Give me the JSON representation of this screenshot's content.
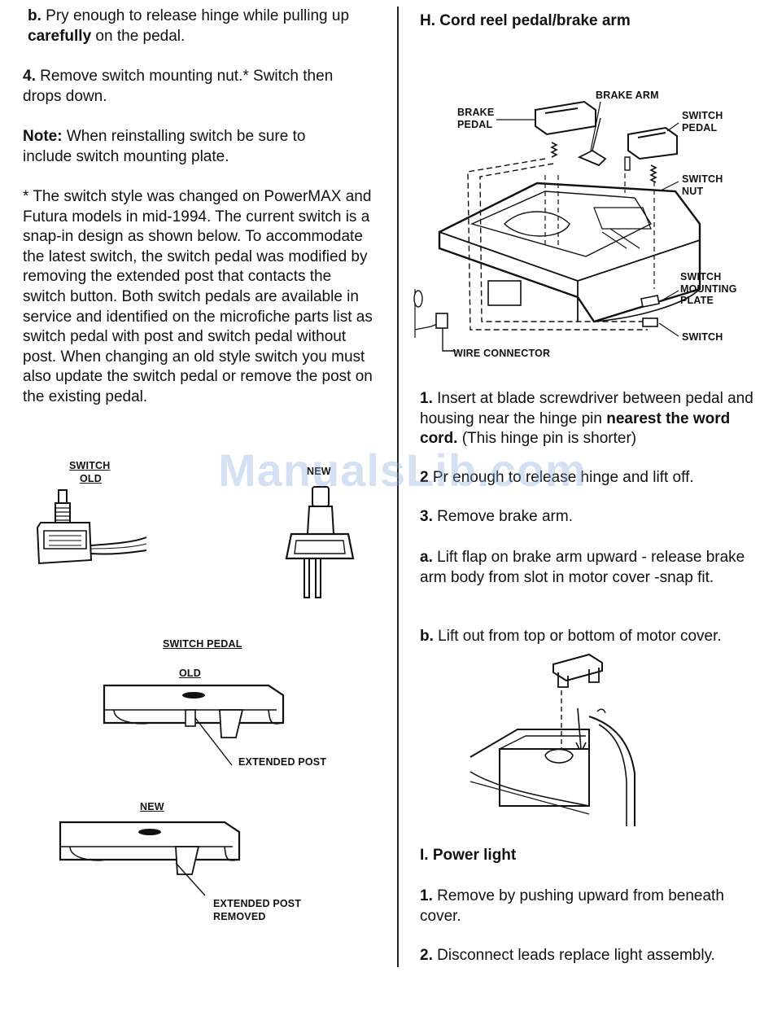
{
  "left": {
    "step_b_label": "b.",
    "step_b_text1": " Pry enough to release hinge while pulling up ",
    "step_b_bold": "carefully",
    "step_b_text2": " on the pedal.",
    "step4_label": "4.",
    "step4_text": " Remove switch mounting nut.*  Switch then drops down.",
    "note_label": "Note:",
    "note_text": " When reinstalling switch be sure to include switch mounting plate.",
    "footnote": "* The switch style was changed on PowerMAX and Futura models in mid-1994. The current switch is a snap-in design as shown below. To accommodate the latest switch, the switch pedal was modified by removing the extended post that contacts the switch button. Both switch pedals are available in service and identified on the microfiche parts list as switch pedal with post and switch pedal without post. When changing an old style switch you must also update the switch pedal or remove the post on the existing pedal.",
    "fig_switch_label": "SWITCH",
    "fig_old_label": "OLD",
    "fig_new_label": "NEW",
    "fig_switch_pedal": "SWITCH PEDAL",
    "fig_pedal_old": "OLD",
    "fig_extended_post": "EXTENDED POST",
    "fig_pedal_new": "NEW",
    "fig_extended_post_removed_1": "EXTENDED POST",
    "fig_extended_post_removed_2": "REMOVED"
  },
  "right": {
    "section_h": "H. Cord reel pedal/brake arm",
    "fig_brake_arm": "BRAKE ARM",
    "fig_brake_pedal_1": "BRAKE",
    "fig_brake_pedal_2": "PEDAL",
    "fig_switch_pedal_1": "SWITCH",
    "fig_switch_pedal_2": "PEDAL",
    "fig_switch_nut_1": "SWITCH",
    "fig_switch_nut_2": "NUT",
    "fig_mounting_1": "SWITCH",
    "fig_mounting_2": "MOUNTING",
    "fig_mounting_3": "PLATE",
    "fig_switch": "SWITCH",
    "fig_wire_connector": "WIRE CONNECTOR",
    "step1_label": "1.",
    "step1_text1": " Insert at blade screwdriver between pedal and housing near the hinge pin ",
    "step1_bold": "nearest the word cord.",
    "step1_text2": " (This hinge pin is shorter)",
    "step2_label": "2",
    "step2_text": " Pr  enough to release hinge and lift off.",
    "step3_label": "3.",
    "step3_text": " Remove brake arm.",
    "step_a_label": "a.",
    "step_a_text": "  Lift flap on brake arm upward - release brake arm body from slot in motor cover -snap fit.",
    "step_b_label": "b.",
    "step_b_text": " Lift out from top or bottom of motor cover.",
    "section_i": "I. Power light",
    "i1_label": "1.",
    "i1_text": " Remove by pushing upward from beneath cover.",
    "i2_label": "2.",
    "i2_text": " Disconnect leads replace light assembly."
  },
  "watermark": "ManualsLib.com"
}
